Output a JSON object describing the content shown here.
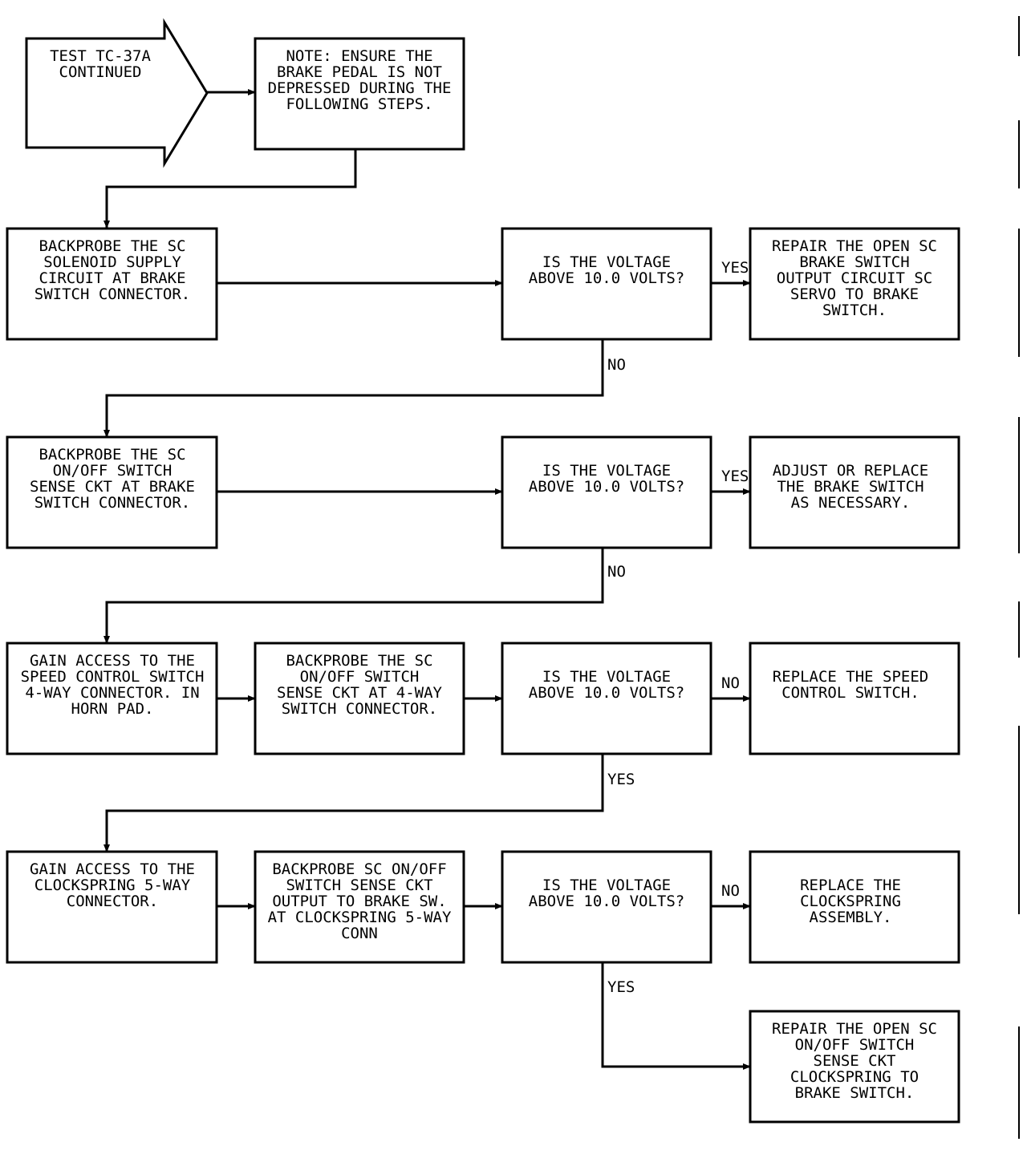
{
  "colors": {
    "ink": "#000000",
    "paper": "#ffffff"
  },
  "nodes": {
    "start": {
      "lines": [
        "TEST TC-37A",
        "CONTINUED"
      ]
    },
    "note": {
      "lines": [
        "NOTE: ENSURE THE",
        "BRAKE PEDAL IS NOT",
        "DEPRESSED DURING THE",
        "FOLLOWING STEPS."
      ]
    },
    "step1": {
      "lines": [
        "BACKPROBE THE SC",
        "SOLENOID SUPPLY",
        "CIRCUIT AT BRAKE",
        "SWITCH CONNECTOR."
      ]
    },
    "q1": {
      "lines": [
        "IS THE VOLTAGE",
        "ABOVE 10.0 VOLTS?"
      ]
    },
    "r1": {
      "lines": [
        "REPAIR THE OPEN SC",
        "BRAKE SWITCH",
        "OUTPUT CIRCUIT SC",
        "SERVO TO BRAKE",
        "SWITCH."
      ]
    },
    "step2": {
      "lines": [
        "BACKPROBE THE SC",
        "ON/OFF SWITCH",
        "SENSE CKT AT BRAKE",
        "SWITCH CONNECTOR."
      ]
    },
    "q2": {
      "lines": [
        "IS THE VOLTAGE",
        "ABOVE 10.0 VOLTS?"
      ]
    },
    "r2": {
      "lines": [
        "ADJUST OR REPLACE",
        "THE BRAKE SWITCH",
        "AS NECESSARY."
      ]
    },
    "step3a": {
      "lines": [
        "GAIN ACCESS TO THE",
        "SPEED CONTROL SWITCH",
        "4-WAY CONNECTOR. IN",
        "HORN PAD."
      ]
    },
    "step3b": {
      "lines": [
        "BACKPROBE THE SC",
        "ON/OFF SWITCH",
        "SENSE CKT AT 4-WAY",
        "SWITCH CONNECTOR."
      ]
    },
    "q3": {
      "lines": [
        "IS THE VOLTAGE",
        "ABOVE 10.0 VOLTS?"
      ]
    },
    "r3": {
      "lines": [
        "REPLACE THE SPEED",
        "CONTROL SWITCH."
      ]
    },
    "step4a": {
      "lines": [
        "GAIN ACCESS TO THE",
        "CLOCKSPRING 5-WAY",
        "CONNECTOR."
      ]
    },
    "step4b": {
      "lines": [
        "BACKPROBE SC ON/OFF",
        "SWITCH SENSE CKT",
        "OUTPUT TO BRAKE SW.",
        "AT CLOCKSPRING 5-WAY",
        "CONN"
      ]
    },
    "q4": {
      "lines": [
        "IS THE VOLTAGE",
        "ABOVE 10.0 VOLTS?"
      ]
    },
    "r4": {
      "lines": [
        "REPLACE THE",
        "CLOCKSPRING",
        "ASSEMBLY."
      ]
    },
    "r5": {
      "lines": [
        "REPAIR THE OPEN SC",
        "ON/OFF SWITCH",
        "SENSE CKT",
        "CLOCKSPRING TO",
        "BRAKE SWITCH."
      ]
    }
  },
  "edge_labels": {
    "q1_yes": "YES",
    "q1_no": "NO",
    "q2_yes": "YES",
    "q2_no": "NO",
    "q3_no": "NO",
    "q3_yes": "YES",
    "q4_no": "NO",
    "q4_yes": "YES"
  }
}
